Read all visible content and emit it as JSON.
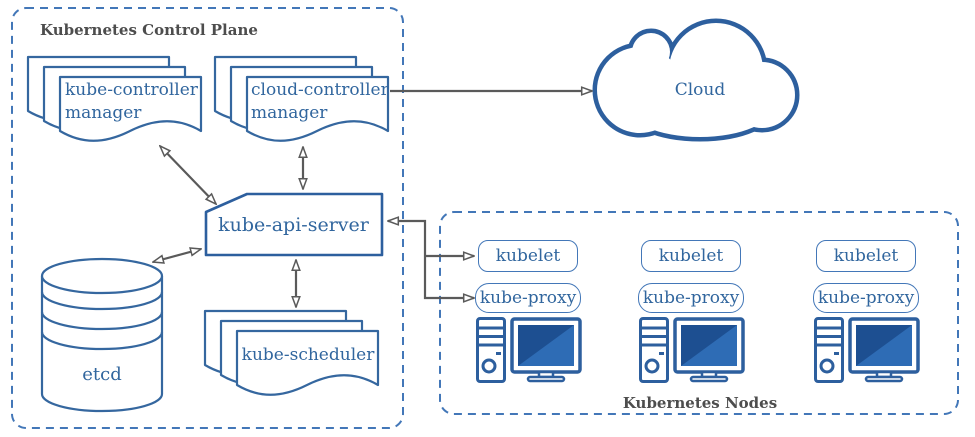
{
  "colors": {
    "shape_blue": "#35679F",
    "bold_blue": "#2D5F9E",
    "dashed_blue": "#4377B8",
    "text_blue": "#31669E",
    "arrow_gray": "#5A5A5A",
    "title_gray": "#4D4D4D",
    "screen_mid": "#2E6CB5",
    "screen_dark": "#1D4F91"
  },
  "control_plane": {
    "title": "Kubernetes Control Plane",
    "kube_controller_manager": {
      "line1": "kube-controller",
      "line2": "manager"
    },
    "cloud_controller_manager": {
      "line1": "cloud-controller",
      "line2": "manager"
    },
    "kube_api_server": {
      "label": "kube-api-server"
    },
    "etcd": {
      "label": "etcd"
    },
    "kube_scheduler": {
      "label": "kube-scheduler"
    }
  },
  "cloud": {
    "label": "Cloud"
  },
  "nodes_group": {
    "title": "Kubernetes Nodes",
    "nodes": [
      {
        "kubelet": "kubelet",
        "kube_proxy": "kube-proxy"
      },
      {
        "kubelet": "kubelet",
        "kube_proxy": "kube-proxy"
      },
      {
        "kubelet": "kubelet",
        "kube_proxy": "kube-proxy"
      }
    ]
  }
}
